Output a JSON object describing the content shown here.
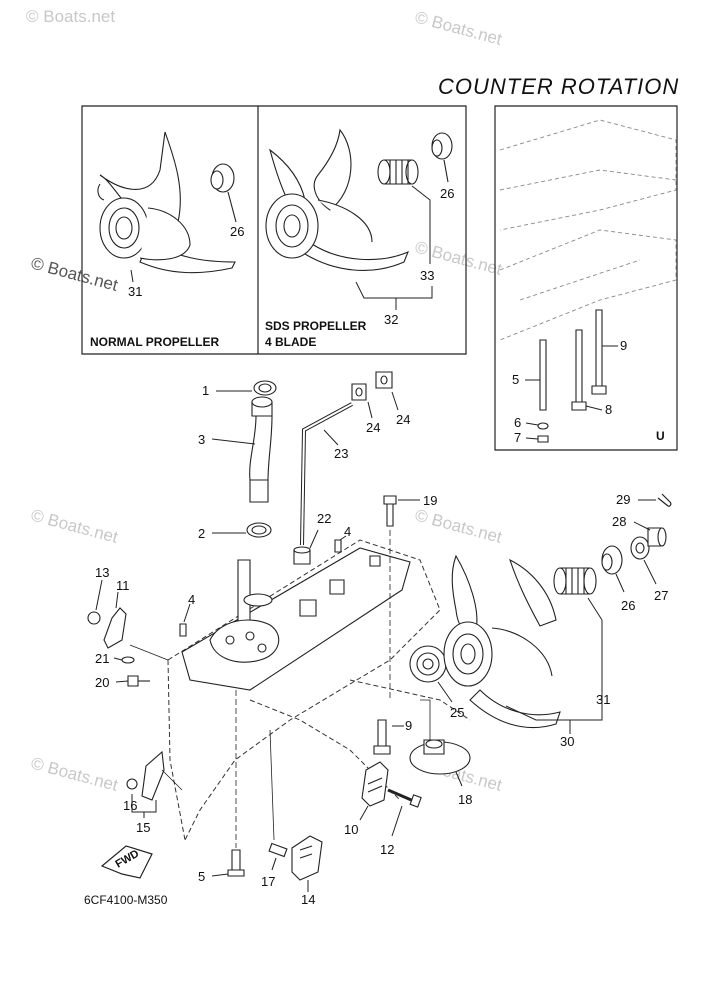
{
  "title": "COUNTER ROTATION",
  "diagram_code": "6CF4100-M350",
  "box_labels": {
    "normal_propeller": "NORMAL PROPELLER",
    "sds_propeller_line1": "SDS PROPELLER",
    "sds_propeller_line2": "4 BLADE",
    "corner_u": "U"
  },
  "fwd_label": "FWD",
  "watermark_text": "© Boats.net",
  "callouts": {
    "c1": "1",
    "c2": "2",
    "c3": "3",
    "c4a": "4",
    "c4b": "4",
    "c5a": "5",
    "c5b": "5",
    "c6": "6",
    "c7": "7",
    "c8": "8",
    "c9a": "9",
    "c9b": "9",
    "c10": "10",
    "c11": "11",
    "c12": "12",
    "c13": "13",
    "c14": "14",
    "c15": "15",
    "c16": "16",
    "c17": "17",
    "c18": "18",
    "c19": "19",
    "c20": "20",
    "c21": "21",
    "c22": "22",
    "c23": "23",
    "c24a": "24",
    "c24b": "24",
    "c25": "25",
    "c26a": "26",
    "c26b": "26",
    "c26c": "26",
    "c27": "27",
    "c28": "28",
    "c29": "29",
    "c30": "30",
    "c31": "31",
    "c32": "32",
    "c33": "33",
    "c31box": "31"
  }
}
